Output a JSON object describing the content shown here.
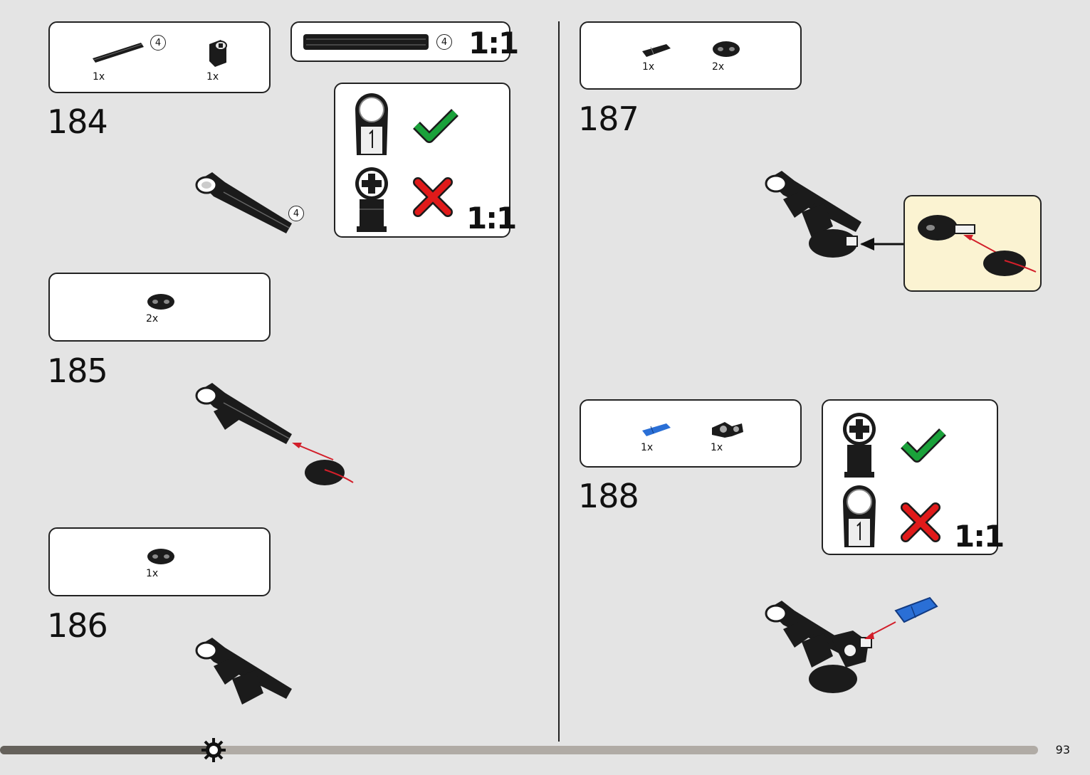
{
  "page_number": "93",
  "scale_label": "1:1",
  "steps": [
    {
      "number": "184",
      "parts": [
        {
          "qty": "1x",
          "icon": "axle-4"
        },
        {
          "qty": "1x",
          "icon": "axle-connector"
        }
      ],
      "callout": "4"
    },
    {
      "number": "185",
      "parts": [
        {
          "qty": "2x",
          "icon": "liftarm-thick-2"
        }
      ]
    },
    {
      "number": "186",
      "parts": [
        {
          "qty": "1x",
          "icon": "liftarm-thick-2"
        }
      ]
    },
    {
      "number": "187",
      "parts": [
        {
          "qty": "1x",
          "icon": "axle-pin"
        },
        {
          "qty": "2x",
          "icon": "liftarm-thick-2"
        }
      ]
    },
    {
      "number": "188",
      "parts": [
        {
          "qty": "1x",
          "icon": "blue-axle-pin"
        },
        {
          "qty": "1x",
          "icon": "cross-connector"
        }
      ]
    }
  ],
  "axle_reference": {
    "length": "4"
  },
  "colors": {
    "correct": "#1aa13a",
    "wrong": "#e01a1a",
    "highlight": "#fbf3d2",
    "arrow": "#d21f2a",
    "blue_part": "#2a6fd6"
  }
}
